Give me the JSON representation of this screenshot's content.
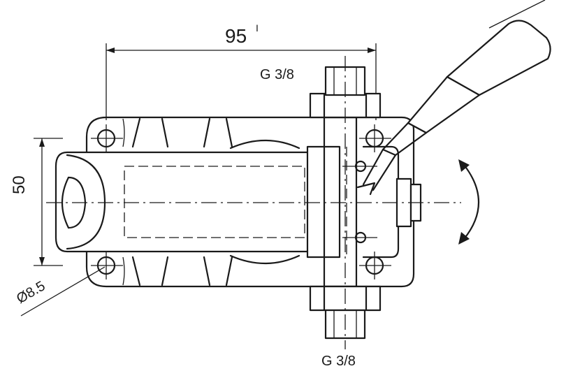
{
  "dimensions": {
    "length": "95",
    "length_mark": "I",
    "height": "50",
    "hole": "Ø8.5"
  },
  "ports": {
    "top": "G 3/8",
    "bottom": "G 3/8"
  }
}
